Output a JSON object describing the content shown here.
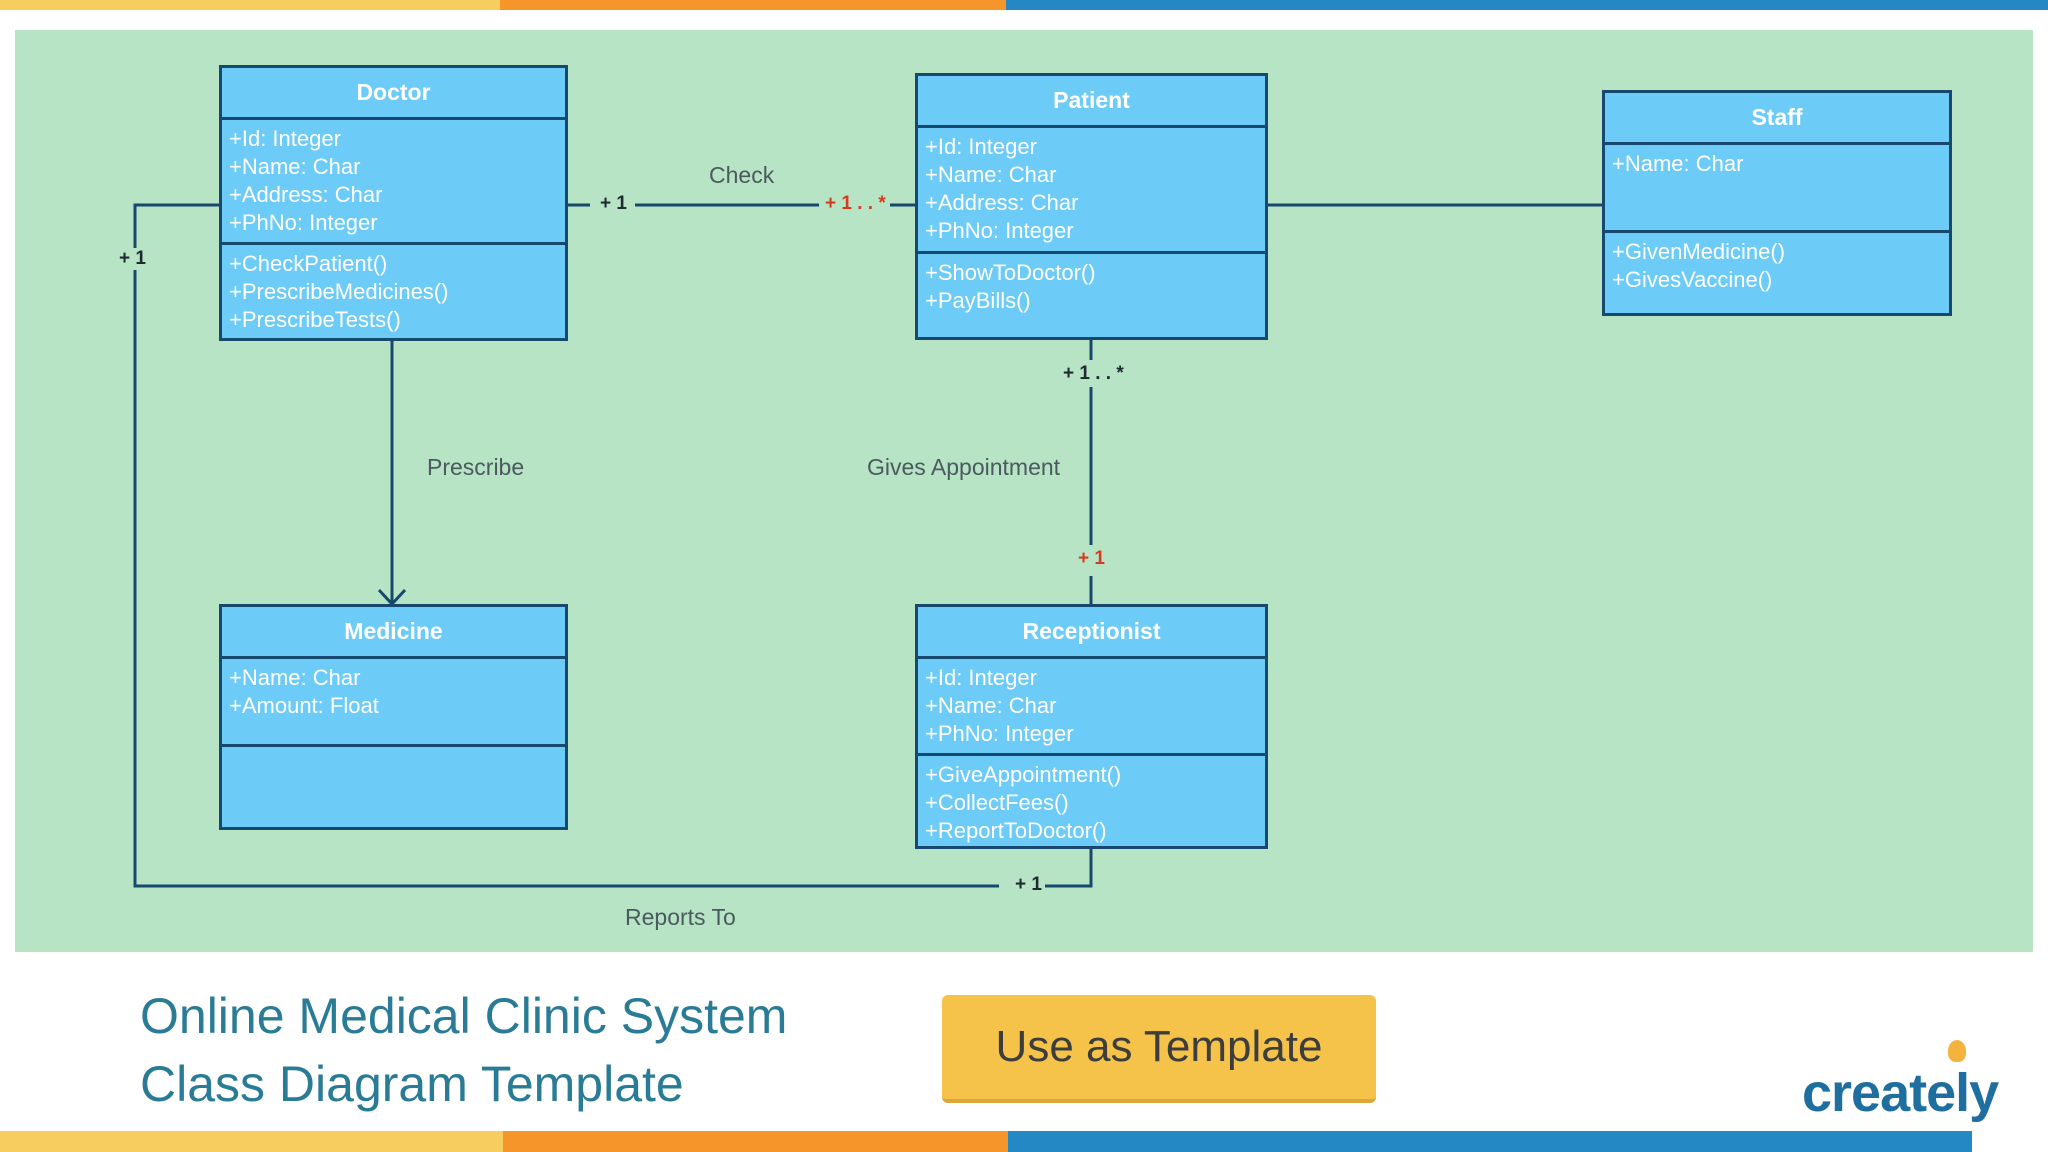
{
  "colors": {
    "stripe_yellow": "#f6cd5e",
    "stripe_orange": "#f6962a",
    "stripe_blue": "#2488c4",
    "canvas_bg": "#b8e4c6",
    "class_fill": "#6dcbf7",
    "class_border": "#17496e",
    "connector": "#17496e",
    "multiplicity_red": "#d63b1f",
    "button": "#f5c24a",
    "title_text": "#2a7b96"
  },
  "classes": {
    "doctor": {
      "name": "Doctor",
      "attributes": [
        "+Id: Integer",
        "+Name: Char",
        "+Address: Char",
        "+PhNo: Integer"
      ],
      "methods": [
        "+CheckPatient()",
        "+PrescribeMedicines()",
        "+PrescribeTests()"
      ]
    },
    "patient": {
      "name": "Patient",
      "attributes": [
        "+Id: Integer",
        "+Name: Char",
        "+Address: Char",
        "+PhNo: Integer"
      ],
      "methods": [
        "+ShowToDoctor()",
        "+PayBills()"
      ]
    },
    "staff": {
      "name": "Staff",
      "attributes": [
        "+Name: Char"
      ],
      "methods": [
        "+GivenMedicine()",
        "+GivesVaccine()"
      ]
    },
    "medicine": {
      "name": "Medicine",
      "attributes": [
        "+Name: Char",
        "+Amount: Float"
      ],
      "methods": []
    },
    "receptionist": {
      "name": "Receptionist",
      "attributes": [
        "+Id: Integer",
        "+Name: Char",
        "+PhNo: Integer"
      ],
      "methods": [
        "+GiveAppointment()",
        "+CollectFees()",
        "+ReportToDoctor()"
      ]
    }
  },
  "relationships": {
    "check": {
      "label": "Check",
      "doctor_end": "+ 1",
      "patient_end": "+ 1 . . *"
    },
    "prescribe": {
      "label": "Prescribe"
    },
    "gives_appointment": {
      "label": "Gives Appointment",
      "patient_end": "+ 1 . . *",
      "receptionist_end": "+ 1"
    },
    "reports_to": {
      "label": "Reports To",
      "doctor_end": "+ 1",
      "receptionist_end": "+ 1"
    }
  },
  "footer": {
    "title_line1": "Online Medical Clinic System",
    "title_line2": "Class Diagram Template",
    "button_label": "Use as Template",
    "brand": "creately"
  }
}
